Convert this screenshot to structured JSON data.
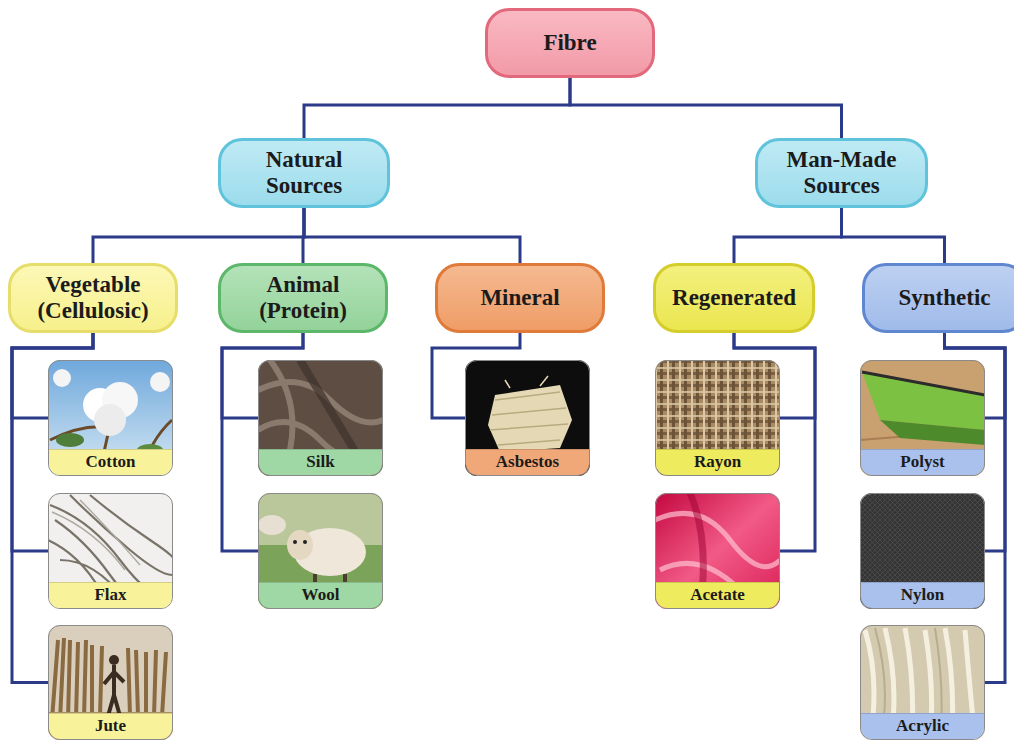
{
  "diagram": {
    "nodes": [
      {
        "text": [
          "Fibre"
        ]
      },
      {
        "text": [
          "Natural Sources"
        ]
      },
      {
        "text": [
          "Man-Made Sources"
        ]
      },
      {
        "text": [
          "Vegetable (Cellulosic)"
        ]
      },
      {
        "text": [
          "Animal (Protein)"
        ]
      },
      {
        "text": [
          "Mineral"
        ]
      },
      {
        "text": [
          "Regenerated"
        ]
      },
      {
        "text": [
          "Synthetic"
        ]
      },
      {
        "text": [
          "Cotton"
        ]
      },
      {
        "text": [
          "Flax"
        ]
      },
      {
        "text": [
          "Jute"
        ]
      },
      {
        "text": [
          "Silk"
        ]
      },
      {
        "text": [
          "Wool"
        ]
      },
      {
        "text": [
          "Asbestos"
        ]
      },
      {
        "text": [
          "Rayon"
        ]
      },
      {
        "text": [
          "Acetate"
        ]
      },
      {
        "text": [
          "Polyst"
        ]
      },
      {
        "text": [
          "Nylon"
        ]
      },
      {
        "text": [
          "Acrylic"
        ]
      }
    ],
    "edges": [
      {
        "from": 0,
        "to": 1,
        "arrow": "none"
      },
      {
        "from": 0,
        "to": 2,
        "arrow": "none"
      },
      {
        "from": 1,
        "to": 3,
        "arrow": "none"
      },
      {
        "from": 1,
        "to": 4,
        "arrow": "none"
      },
      {
        "from": 1,
        "to": 5,
        "arrow": "none"
      },
      {
        "from": 2,
        "to": 6,
        "arrow": "none"
      },
      {
        "from": 2,
        "to": 7,
        "arrow": "none"
      },
      {
        "from": 3,
        "to": 8,
        "arrow": "none"
      },
      {
        "from": 3,
        "to": 9,
        "arrow": "none"
      },
      {
        "from": 3,
        "to": 10,
        "arrow": "none"
      },
      {
        "from": 4,
        "to": 11,
        "arrow": "none"
      },
      {
        "from": 4,
        "to": 12,
        "arrow": "none"
      },
      {
        "from": 5,
        "to": 13,
        "arrow": "none"
      },
      {
        "from": 6,
        "to": 14,
        "arrow": "none"
      },
      {
        "from": 6,
        "to": 15,
        "arrow": "none"
      },
      {
        "from": 7,
        "to": 16,
        "arrow": "none"
      },
      {
        "from": 7,
        "to": 17,
        "arrow": "none"
      },
      {
        "from": 7,
        "to": 18,
        "arrow": "none"
      }
    ]
  }
}
